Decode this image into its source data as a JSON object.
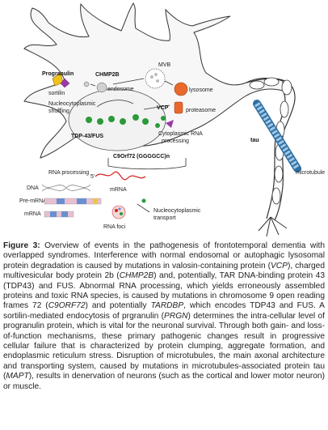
{
  "diagram": {
    "labels": {
      "progranulin": "Progranulin",
      "sortilin": "sortilin",
      "chmp2b": "CHMP2B",
      "endosome": "endosome",
      "mvb": "MVB",
      "lysosome": "lysosome",
      "nucleocyto": "Nucleocytoplasmic",
      "shuffling": "shuffling",
      "vcp": "VCP",
      "proteasome": "proteasome",
      "tdp": "TDP-43/FUS",
      "cyto1": "Cytoplasmic RNA",
      "cyto2": "processing",
      "tau": "tau",
      "microtubule": "microtubule",
      "c9orf72": "C9Orf72 (GGGGCC)n",
      "rna_processing": "RNA processing",
      "dna": "DNA",
      "premrna": "Pre-mRNA",
      "mrna": "mRNA",
      "five_prime": "5'",
      "mrna_red": "mRNA",
      "rna_foci": "RNA foci",
      "nucleo_transport_1": "Nucleocytoplasmic",
      "nucleo_transport_2": "transport"
    }
  },
  "caption": {
    "label": "Figure 3:",
    "p1": " Overview of events in the pathogenesis of frontotemporal dementia with overlapped syndromes. Interference with normal endosomal or autophagic lysosomal protein degradation is caused by mutations in valosin-containing protein (",
    "vcp": "VCP",
    "p2": "), charged multivesicular body protein 2b (",
    "chmp2b": "CHMP2B",
    "p3": ") and, potentially, TAR DNA-binding protein 43 (TDP43) and FUS. Abnormal RNA processing, which yields erroneously assembled proteins and toxic RNA species, is caused by mutations in chromosome 9 open reading frames 72 (",
    "c9": "C9ORF72",
    "p4": ") and potentially ",
    "tardbp": "TARDBP",
    "p5": ", which encodes TDP43 and FUS. A sortilin-mediated endocytosis of prgranulin (",
    "prgn": "PRGN",
    "p6": ") determines the intra-cellular level of progranulin protein, which is vital for the neuronal survival. Through both gain- and loss-of-function mechanisms, these primary pathogenic changes result in progressive cellular failure that is characterized by protein clumping, aggregate formation, and endoplasmic reticulum  stress. Disruption of microtubules, the main axonal architecture and transporting system, caused by mutations in microtubules-associated protein tau (",
    "mapt": "MAPT",
    "p7": "), results in denervation of neurons (such as the cortical and lower motor neuron) or muscle."
  },
  "colors": {
    "progranulin": "#f2c21a",
    "lysosome": "#e9692c",
    "tdp": "#2a9a3a",
    "mrna": "#d62020",
    "tau": "#6fa8d8"
  }
}
